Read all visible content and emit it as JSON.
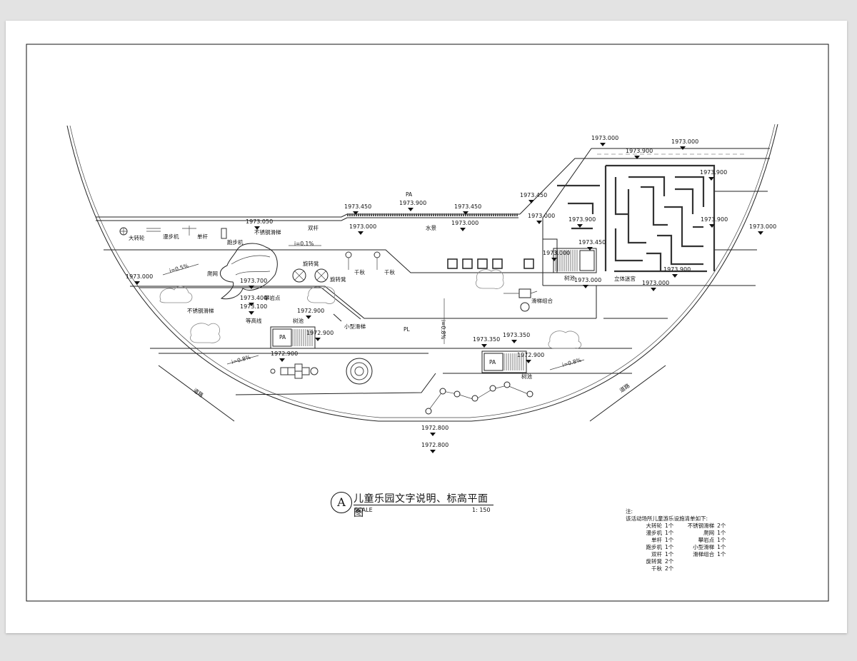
{
  "drawing": {
    "title": "儿童乐园文字说明、标高平面图",
    "detail_letter": "A",
    "scale_label": "SCALE",
    "scale_value": "1: 150"
  },
  "elevations": [
    "1973.000",
    "1973.900",
    "1973.000",
    "1973.900",
    "1973.450",
    "1973.000",
    "1973.900",
    "1973.900",
    "1973.000",
    "1973.450",
    "1973.900",
    "1973.450",
    "1973.000",
    "1973.050",
    "1973.000",
    "1973.000",
    "1973.450",
    "1973.000",
    "1973.000",
    "1973.900",
    "1973.000",
    "1973.700",
    "1973.400",
    "1973.100",
    "1972.900",
    "1972.900",
    "1973.350",
    "1973.350",
    "1972.900",
    "1972.900",
    "1972.800",
    "1972.800"
  ],
  "labels": {
    "pa_top": "PA",
    "pa_left": "PA",
    "pa_right": "PA",
    "pl": "PL",
    "slope1": "i=0.1%",
    "slope2": "i=0.5%",
    "slope3": "i=0.8%",
    "slope4": "i=0.8%",
    "slope5": "i=0.8%",
    "water": "水景",
    "dazhuanlun": "大转轮",
    "manbuji": "漫步机",
    "dangan": "单杆",
    "shuanggan": "双杆",
    "paobuji": "跑步机",
    "buxiugang1": "不锈钢滑梯",
    "buxiugang2": "不锈钢滑梯",
    "xuanzhuan1": "旋转凳",
    "xuanzhuan2": "旋转凳",
    "qiuqian1": "千秋",
    "qiuqian2": "千秋",
    "pawang": "爬网",
    "panyan": "攀岩点",
    "dengao": "等高线",
    "shuchi1": "树池",
    "shuchi2": "树池",
    "shuchi3": "树池",
    "xiaoxing": "小型滑梯",
    "huati": "滑梯组合",
    "migong": "立体迷宫",
    "road1": "道路",
    "road2": "道路"
  },
  "notes": {
    "header": "注:",
    "intro": "该活动场所儿童游乐设施清单如下:",
    "rows": [
      [
        "大转轮",
        "1个",
        "不锈钢滑梯",
        "2个"
      ],
      [
        "漫步机",
        "1个",
        "爬网",
        "1个"
      ],
      [
        "单杆",
        "1个",
        "攀岩点",
        "1个"
      ],
      [
        "跑步机",
        "1个",
        "小型滑梯",
        "1个"
      ],
      [
        "双杆",
        "1个",
        "滑梯组合",
        "1个"
      ],
      [
        "旋转凳",
        "2个",
        "",
        ""
      ],
      [
        "千秋",
        "2个",
        "",
        ""
      ]
    ]
  }
}
